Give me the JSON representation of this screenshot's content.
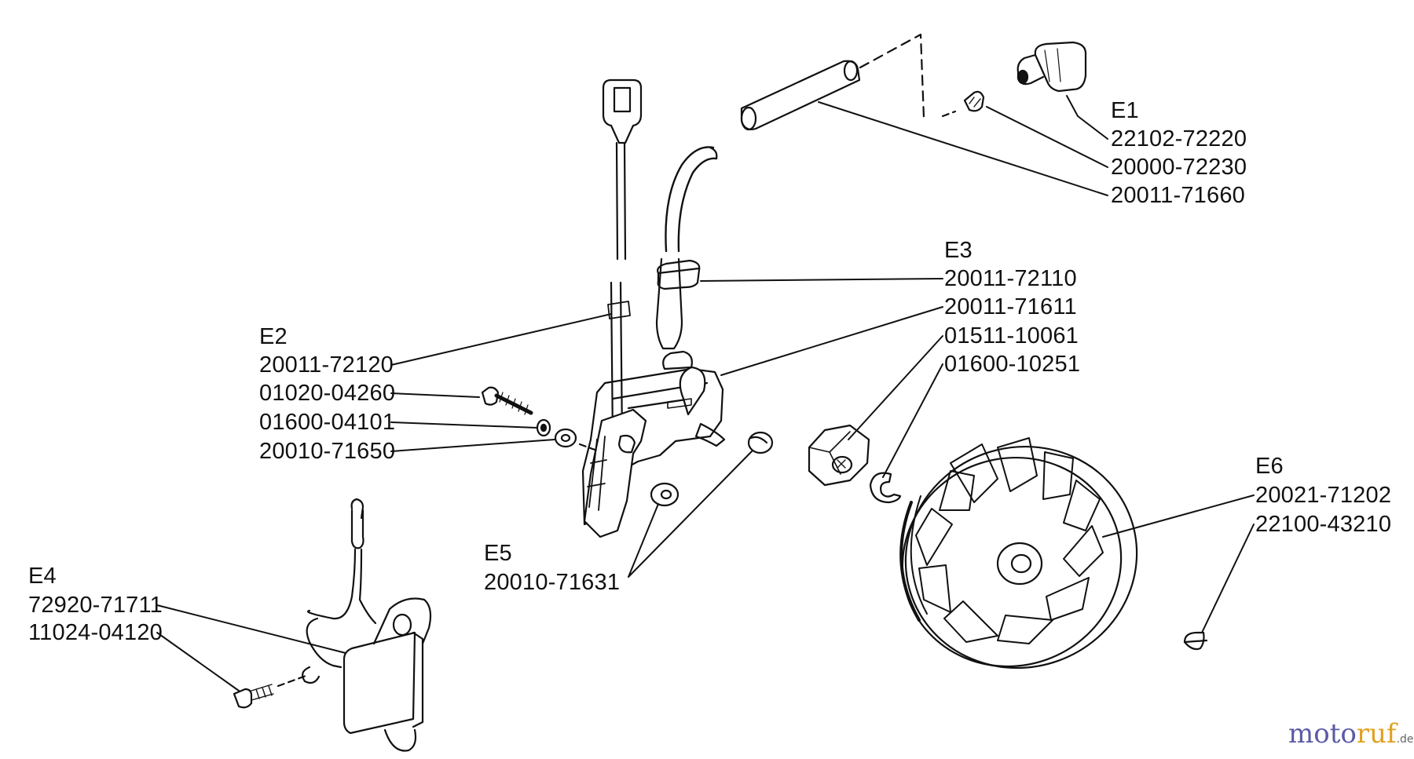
{
  "groups": {
    "e1": {
      "title": "E1",
      "parts": [
        "22102-72220",
        "20000-72230",
        "20011-71660"
      ]
    },
    "e2": {
      "title": "E2",
      "parts": [
        "20011-72120",
        "01020-04260",
        "01600-04101",
        "20010-71650"
      ]
    },
    "e3": {
      "title": "E3",
      "parts": [
        "20011-72110",
        "20011-71611",
        "01511-10061",
        "01600-10251"
      ]
    },
    "e4": {
      "title": "E4",
      "parts": [
        "72920-71711",
        "11024-04120"
      ]
    },
    "e5": {
      "title": "E5",
      "parts": [
        "20010-71631"
      ]
    },
    "e6": {
      "title": "E6",
      "parts": [
        "20021-71202",
        "22100-43210"
      ]
    }
  },
  "watermark": {
    "part1": "moto",
    "part2": "ruf",
    "part3": ".de"
  },
  "colors": {
    "line": "#111111",
    "watermark_blue": "#5a5aa8",
    "watermark_orange": "#e0a020"
  }
}
